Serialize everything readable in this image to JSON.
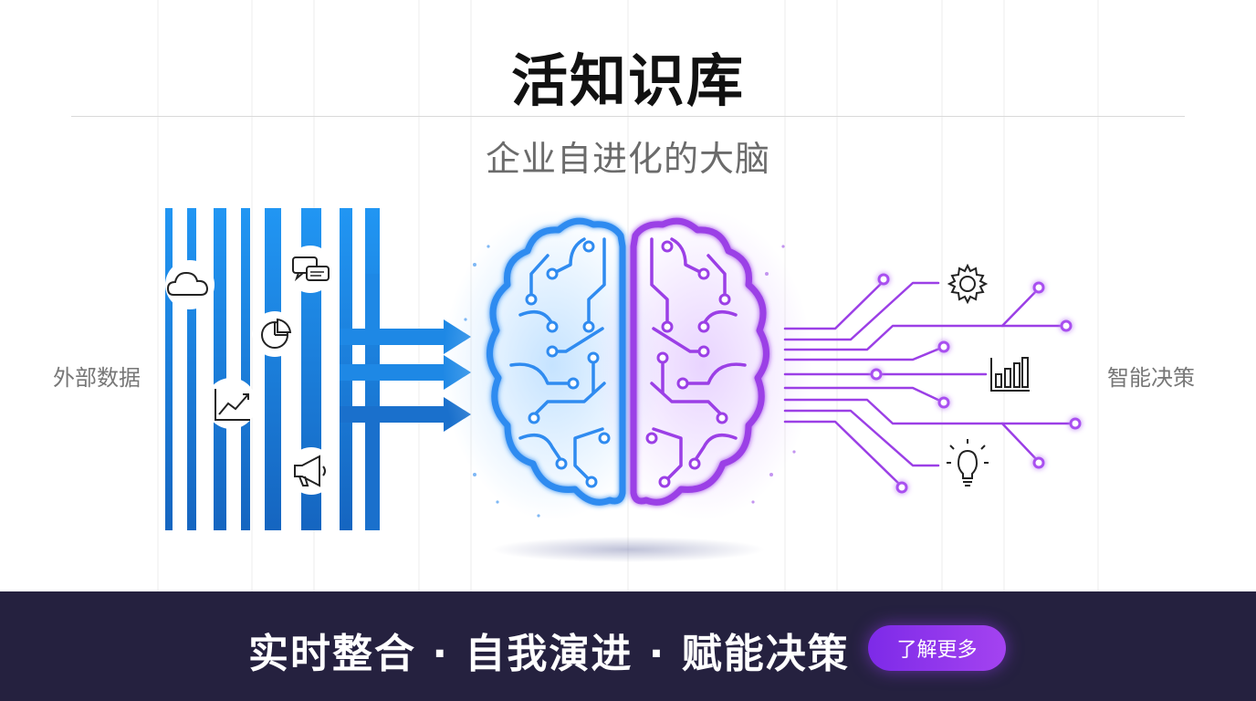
{
  "header": {
    "title": "活知识库",
    "subtitle": "企业自进化的大脑"
  },
  "labels": {
    "left": "外部数据",
    "right": "智能决策"
  },
  "icons": {
    "input": [
      "cloud-icon",
      "chat-icon",
      "pie-chart-icon",
      "trend-chart-icon",
      "megaphone-icon"
    ],
    "output": [
      "gear-icon",
      "bar-chart-icon",
      "lightbulb-icon"
    ]
  },
  "footer": {
    "tagline": "实时整合 · 自我演进 · 赋能决策",
    "cta_label": "了解更多"
  },
  "colors": {
    "input_blue": "#1e88e5",
    "brain_blue": "#2f8bf0",
    "brain_purple": "#9b3fe6",
    "footer_bg": "#25213f",
    "cta_start": "#7d2ae8",
    "cta_end": "#a443f0"
  }
}
